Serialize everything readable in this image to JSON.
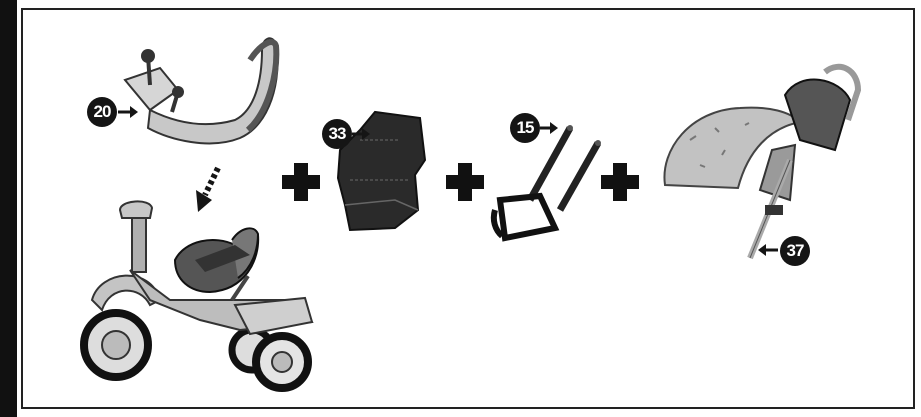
{
  "callouts": {
    "seat_part": "20",
    "bag_part": "33",
    "straps_part": "15",
    "canopy_part": "37"
  },
  "icons": [
    "down-arrow-icon",
    "plus-icon",
    "right-arrow-icon",
    "left-arrow-icon"
  ],
  "colors": {
    "frame_border": "#222222",
    "ink": "#151515",
    "part_grey": "#bfbfbf"
  }
}
